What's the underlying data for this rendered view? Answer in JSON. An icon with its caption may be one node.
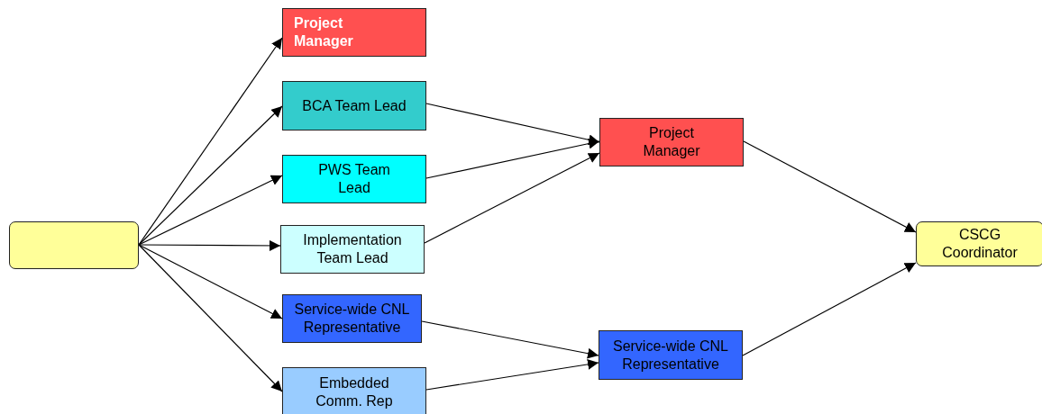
{
  "diagram": {
    "nodes": [
      {
        "text": [],
        "shape": "box"
      },
      {
        "text": [
          "Project Manager"
        ]
      },
      {
        "text": [
          "BCA Team Lead"
        ]
      },
      {
        "text": [
          "PWS Team Lead"
        ]
      },
      {
        "text": [
          "Implementation Team Lead"
        ]
      },
      {
        "text": [
          "Service-wide CNL Representative"
        ]
      },
      {
        "text": [
          "Embedded Comm. Rep"
        ]
      },
      {
        "text": [
          "Project Manager"
        ]
      },
      {
        "text": [
          "Service-wide CNL Representative"
        ]
      },
      {
        "text": [
          "CSCG Coordinator"
        ]
      }
    ],
    "edges": [
      {
        "from": 0,
        "to": 1,
        "arrow": "to"
      },
      {
        "from": 0,
        "to": 2,
        "arrow": "to"
      },
      {
        "from": 0,
        "to": 3,
        "arrow": "to"
      },
      {
        "from": 0,
        "to": 4,
        "arrow": "to"
      },
      {
        "from": 0,
        "to": 5,
        "arrow": "to"
      },
      {
        "from": 0,
        "to": 6,
        "arrow": "to"
      },
      {
        "from": 2,
        "to": 7,
        "arrow": "to"
      },
      {
        "from": 3,
        "to": 7,
        "arrow": "to"
      },
      {
        "from": 4,
        "to": 7,
        "arrow": "to"
      },
      {
        "from": 5,
        "to": 8,
        "arrow": "to"
      },
      {
        "from": 6,
        "to": 8,
        "arrow": "to"
      },
      {
        "from": 7,
        "to": 9,
        "arrow": "to"
      },
      {
        "from": 8,
        "to": 9,
        "arrow": "to"
      }
    ]
  }
}
